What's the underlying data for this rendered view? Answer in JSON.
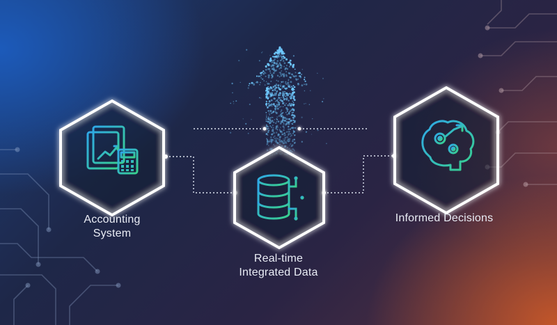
{
  "nodes": {
    "accounting": {
      "label": "Accounting\nSystem",
      "icon": "accounting-calculator-chart-icon"
    },
    "realtime": {
      "label": "Real-time\nIntegrated Data",
      "icon": "database-circuit-icon"
    },
    "decisions": {
      "label": "Informed Decisions",
      "icon": "brain-gears-growth-icon"
    }
  },
  "colors": {
    "node_stroke": "#ffffff",
    "icon_gradient_start": "#2fa8e8",
    "icon_gradient_end": "#39d08c",
    "background_left": "#1c5cbe",
    "background_right": "#c8582a"
  }
}
